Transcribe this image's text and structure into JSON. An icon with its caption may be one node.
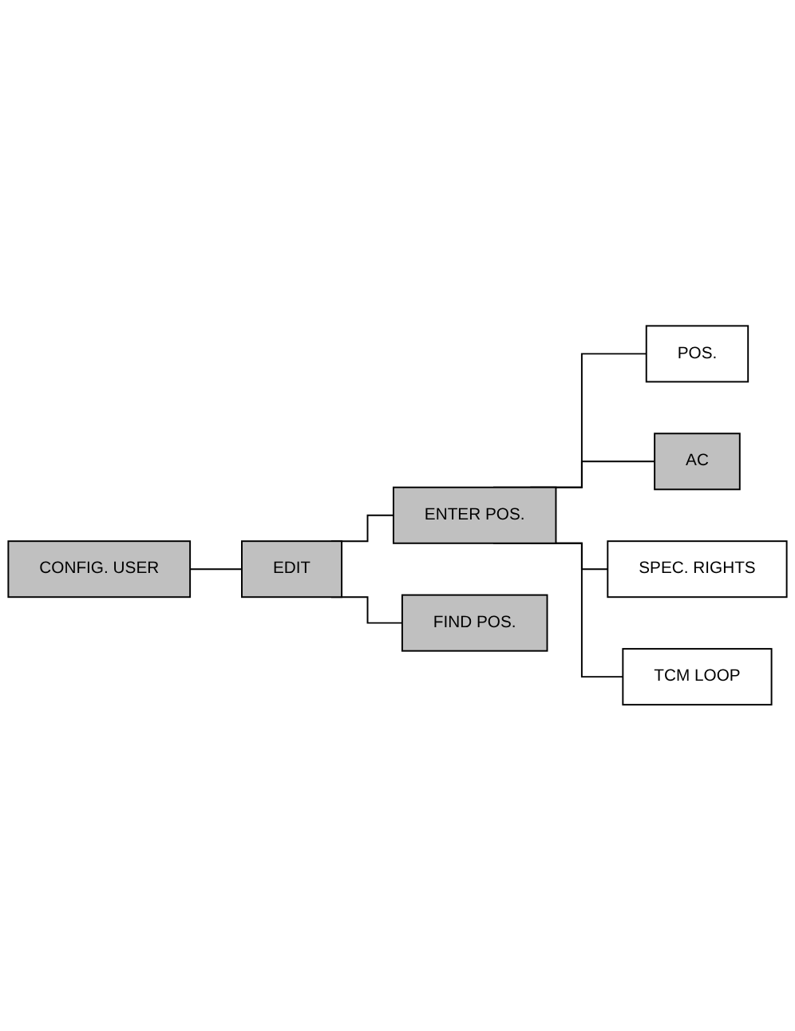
{
  "diagram": {
    "nodes": [
      {
        "text": [
          "CONFIG. USER"
        ]
      },
      {
        "text": [
          "EDIT"
        ]
      },
      {
        "text": [
          "ENTER POS."
        ]
      },
      {
        "text": [
          "FIND POS."
        ]
      },
      {
        "text": [
          "POS."
        ]
      },
      {
        "text": [
          "AC"
        ]
      },
      {
        "text": [
          "SPEC. RIGHTS"
        ]
      },
      {
        "text": [
          "TCM LOOP"
        ]
      }
    ],
    "edges": [
      {
        "from": 0,
        "to": 1,
        "arrow": "none"
      },
      {
        "from": 1,
        "to": 2,
        "arrow": "none"
      },
      {
        "from": 1,
        "to": 3,
        "arrow": "none"
      },
      {
        "from": 2,
        "to": 4,
        "arrow": "none"
      },
      {
        "from": 2,
        "to": 5,
        "arrow": "none"
      },
      {
        "from": 2,
        "to": 6,
        "arrow": "none"
      },
      {
        "from": 2,
        "to": 7,
        "arrow": "none"
      }
    ]
  }
}
